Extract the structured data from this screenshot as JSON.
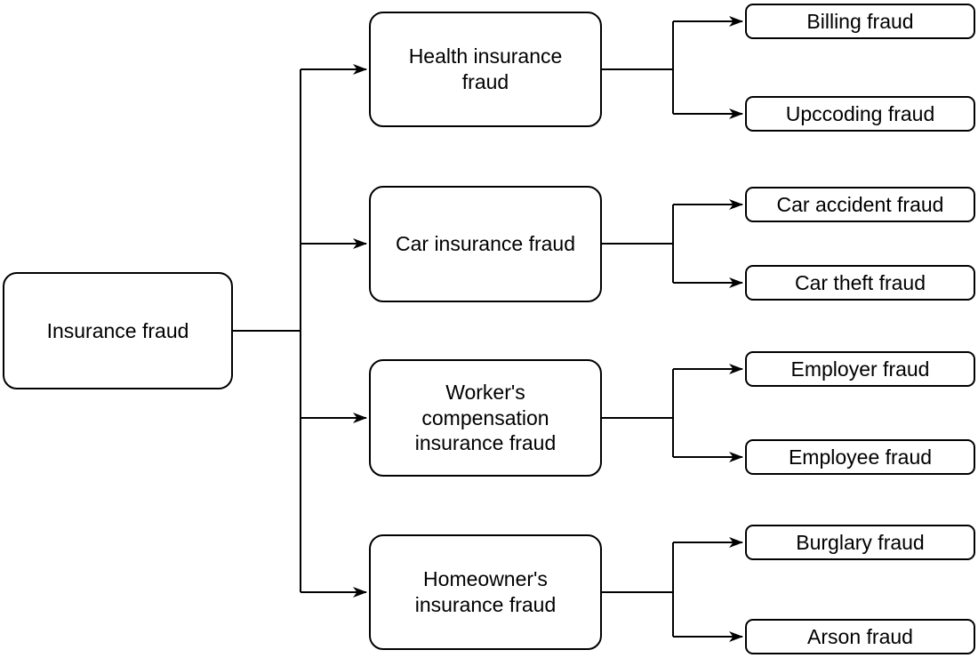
{
  "diagram": {
    "type": "tree",
    "colors": {
      "line": "#000000",
      "box_border": "#000000",
      "box_fill": "#ffffff",
      "text": "#000000"
    },
    "root": {
      "label": "Insurance fraud"
    },
    "branches": [
      {
        "label": "Health insurance\nfraud",
        "children": [
          {
            "label": "Billing fraud"
          },
          {
            "label": "Upccoding fraud"
          }
        ]
      },
      {
        "label": "Car insurance fraud",
        "children": [
          {
            "label": "Car accident fraud"
          },
          {
            "label": "Car theft fraud"
          }
        ]
      },
      {
        "label": "Worker's\ncompensation\ninsurance fraud",
        "children": [
          {
            "label": "Employer fraud"
          },
          {
            "label": "Employee fraud"
          }
        ]
      },
      {
        "label": "Homeowner's\ninsurance fraud",
        "children": [
          {
            "label": "Burglary fraud"
          },
          {
            "label": "Arson fraud"
          }
        ]
      }
    ]
  }
}
